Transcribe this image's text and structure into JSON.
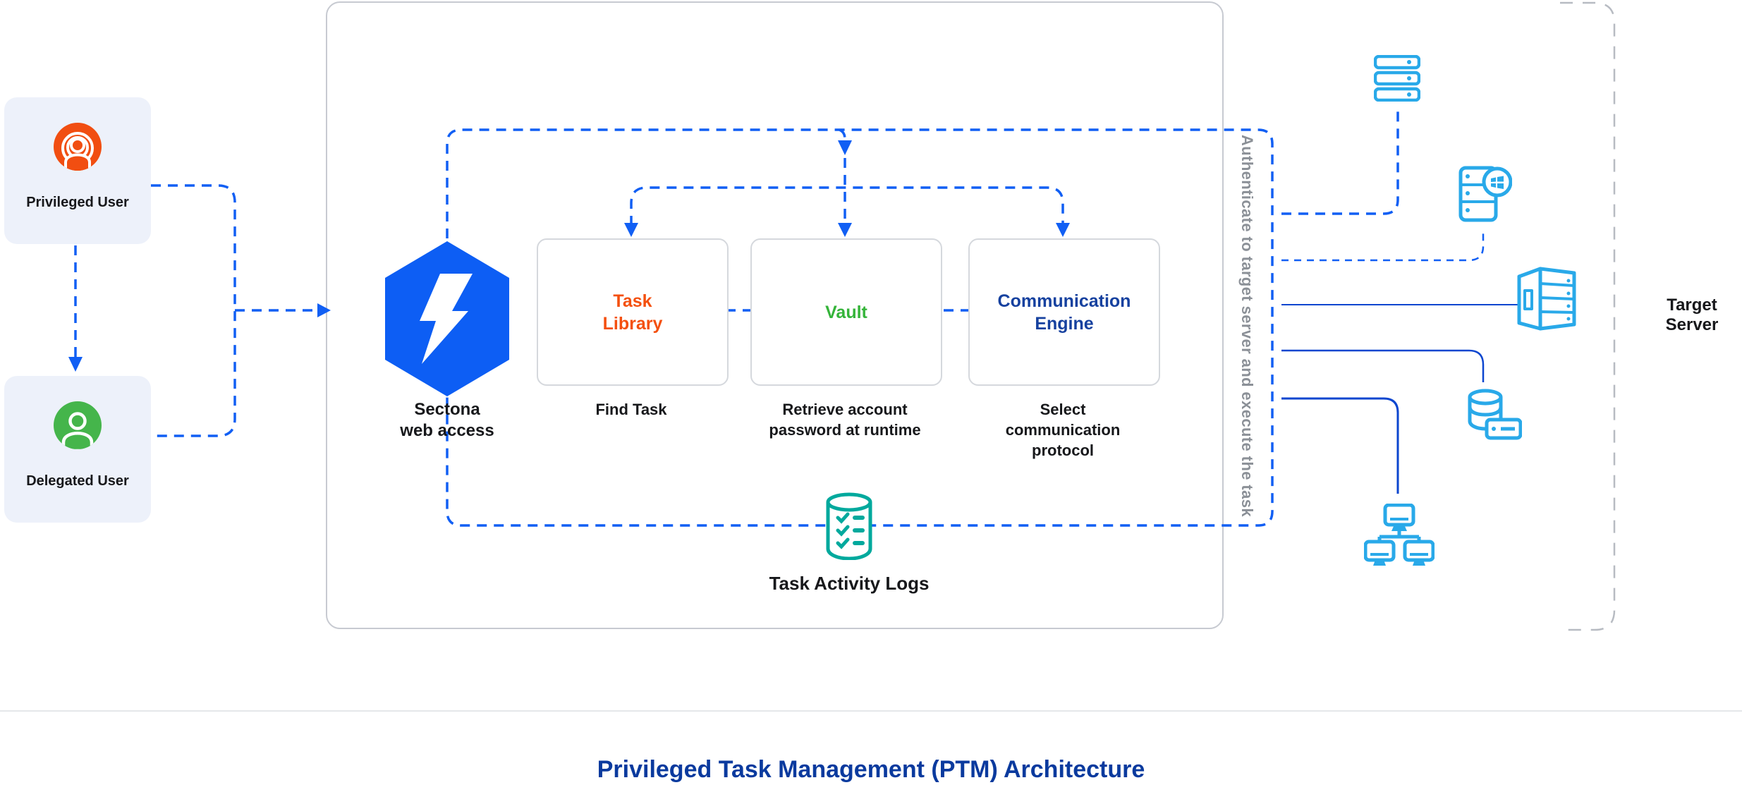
{
  "page": {
    "title": "Privileged Task Management (PTM) Architecture"
  },
  "actors": {
    "privileged": {
      "label": "Privileged User"
    },
    "delegated": {
      "label": "Delegated User"
    }
  },
  "gateway": {
    "line1": "Sectona",
    "line2": "web access"
  },
  "modules": [
    {
      "title": "Task Library",
      "caption": "Find Task",
      "color": "#F4500F"
    },
    {
      "title": "Vault",
      "caption": "Retrieve account password at runtime",
      "color": "#35B43A"
    },
    {
      "title": "Communication Engine",
      "caption": "Select communication protocol",
      "color": "#16419F"
    }
  ],
  "logs": {
    "label": "Task Activity Logs"
  },
  "flow_note": "Authenticate to target server and execute the task",
  "target": {
    "label": "Target Server",
    "server_icons": [
      "rack-server-icon",
      "windows-server-icon",
      "server-tower-icon",
      "database-server-icon",
      "network-computers-icon"
    ]
  },
  "colors": {
    "flow_blue": "#115FF4",
    "hexagon_blue": "#0D5EF4",
    "solid_link_navy": "#0C46CF",
    "icon_azure": "#29A9E9",
    "logs_teal": "#00A99D",
    "privileged_orange": "#F14E11",
    "delegated_green": "#45B54B",
    "task_library_orange": "#F4500F",
    "vault_green": "#35B43A",
    "comm_engine_navy": "#16419F",
    "title_navy": "#0A3A9E",
    "card_bg": "#EDF1FA",
    "note_gray": "#8B9097"
  }
}
